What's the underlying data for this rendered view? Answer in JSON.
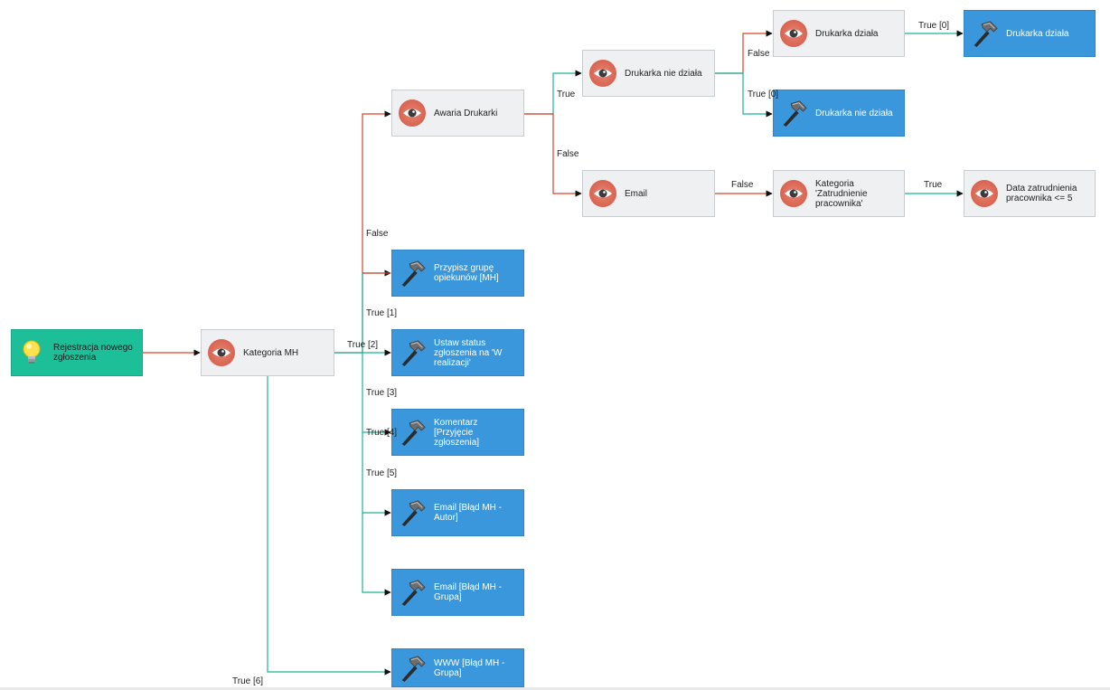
{
  "nodes": {
    "start": {
      "label": "Rejestracja nowego zgłoszenia",
      "icon": "lightbulb-icon"
    },
    "kategoria_mh": {
      "label": "Kategoria MH",
      "icon": "eye-icon"
    },
    "awaria_drukarki": {
      "label": "Awaria Drukarki",
      "icon": "eye-icon"
    },
    "drukarka_nie_dziala_cond": {
      "label": "Drukarka nie działa",
      "icon": "eye-icon"
    },
    "drukarka_dziala_cond": {
      "label": "Drukarka działa",
      "icon": "eye-icon"
    },
    "drukarka_dziala_action": {
      "label": "Drukarka działa",
      "icon": "hammer-icon"
    },
    "drukarka_nie_dziala_action": {
      "label": "Drukarka nie działa",
      "icon": "hammer-icon"
    },
    "email_cond": {
      "label": "Email",
      "icon": "eye-icon"
    },
    "kategoria_zatrudnienie": {
      "label": "Kategoria 'Zatrudnienie pracownika'",
      "icon": "eye-icon"
    },
    "data_zatrudnienia": {
      "label": "Data zatrudnienia pracownika <= 5",
      "icon": "eye-icon"
    },
    "przypisz_grupe": {
      "label": "Przypisz grupę opiekunów [MH]",
      "icon": "hammer-icon"
    },
    "ustaw_status": {
      "label": "Ustaw status zgłoszenia na 'W realizacji'",
      "icon": "hammer-icon"
    },
    "komentarz": {
      "label": "Komentarz [Przyjęcie zgłoszenia]",
      "icon": "hammer-icon"
    },
    "email_autor": {
      "label": "Email [Błąd MH - Autor]",
      "icon": "hammer-icon"
    },
    "email_grupa": {
      "label": "Email [Błąd MH - Grupa]",
      "icon": "hammer-icon"
    },
    "www": {
      "label": "WWW [Błąd MH - Grupa]",
      "icon": "hammer-icon"
    }
  },
  "edge_labels": {
    "false_main": "False",
    "true_1": "True [1]",
    "true_2": "True [2]",
    "true_3": "True [3]",
    "true_4": "True [4]",
    "true_5": "True [5]",
    "true_6": "True [6]",
    "awaria_true": "True",
    "awaria_false": "False",
    "nie_dziala_false": "False",
    "nie_dziala_true0": "True [0]",
    "dziala_true0": "True [0]",
    "email_false": "False",
    "zatrudnienie_true": "True"
  },
  "colors": {
    "true_edge": "#1bb395",
    "false_edge": "#d9432b",
    "start_edge": "#d9432b",
    "condition_bg": "#eef0f1",
    "action_bg": "#3a97dc",
    "start_bg": "#1dbf98"
  }
}
